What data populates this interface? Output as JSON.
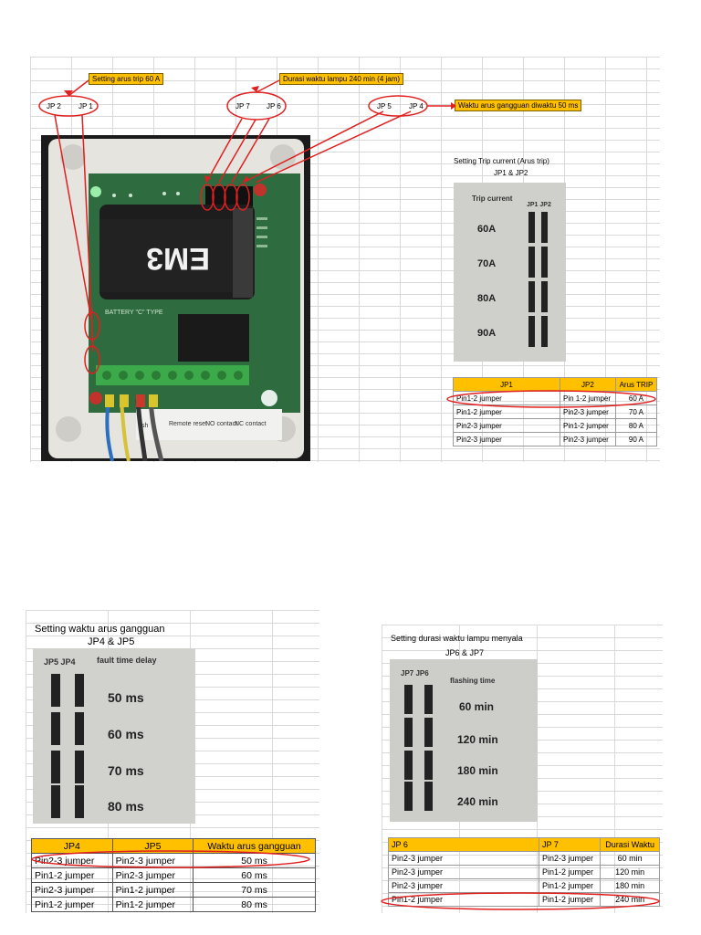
{
  "top": {
    "note_trip": "Setting arus trip 60 A",
    "note_lamp": "Durasi waktu lampu 240 min (4 jam)",
    "note_fault": "Waktu arus gangguan  diwaktu 50 ms",
    "jp_labels": [
      "JP 2",
      "JP 1",
      "JP 7",
      "JP 6",
      "JP 5",
      "JP 4"
    ],
    "trip_title": "Setting Trip current (Arus trip)",
    "trip_subtitle": "JP1 & JP2",
    "trip_photo": {
      "header": [
        "Trip current",
        "JP1 JP2"
      ],
      "rows": [
        "60A",
        "70A",
        "80A",
        "90A"
      ]
    },
    "board_text": [
      "EM3",
      "BATTERY \"C\" TYPE",
      "Remote reset",
      "NO contact",
      "NC contact",
      "sh"
    ],
    "trip_table": {
      "headers": [
        "JP1",
        "JP2",
        "Arus TRIP"
      ],
      "rows": [
        [
          "Pin1-2 jumper",
          "Pin 1-2 jumper",
          "60 A"
        ],
        [
          "Pin1-2 jumper",
          "Pin2-3 jumper",
          "70 A"
        ],
        [
          "Pin2-3 jumper",
          "Pin1-2 jumper",
          "80 A"
        ],
        [
          "Pin2-3 jumper",
          "Pin2-3 jumper",
          "90 A"
        ]
      ]
    }
  },
  "fault": {
    "title": "Setting waktu arus gangguan",
    "subtitle": "JP4 & JP5",
    "photo": {
      "header": [
        "JP5 JP4",
        "fault time delay"
      ],
      "rows": [
        "50 ms",
        "60 ms",
        "70 ms",
        "80 ms"
      ]
    },
    "table": {
      "headers": [
        "JP4",
        "JP5",
        "Waktu arus gangguan"
      ],
      "rows": [
        [
          "Pin2-3 jumper",
          "Pin2-3 jumper",
          "50 ms"
        ],
        [
          "Pin1-2 jumper",
          "Pin2-3 jumper",
          "60 ms"
        ],
        [
          "Pin2-3 jumper",
          "Pin1-2 jumper",
          "70 ms"
        ],
        [
          "Pin1-2 jumper",
          "Pin1-2 jumper",
          "80 ms"
        ]
      ]
    }
  },
  "lamp": {
    "title": "Setting durasi waktu lampu menyala",
    "subtitle": "JP6 & JP7",
    "photo": {
      "header": [
        "JP7 JP6",
        "flashing time"
      ],
      "rows": [
        "60 min",
        "120 min",
        "180 min",
        "240 min"
      ]
    },
    "table": {
      "headers": [
        "JP 6",
        "JP 7",
        "Durasi Waktu"
      ],
      "rows": [
        [
          "Pin2-3 jumper",
          "Pin2-3 jumper",
          "60 min"
        ],
        [
          "Pin2-3 jumper",
          "Pin1-2 jumper",
          "120 min"
        ],
        [
          "Pin2-3 jumper",
          "Pin1-2 jumper",
          "180 min"
        ],
        [
          "Pin1-2 jumper",
          "Pin1-2 jumper",
          "240 min"
        ]
      ]
    }
  },
  "colors": {
    "highlight": "#ffc000",
    "annotation": "#e02020",
    "board": "#2e6b3f"
  }
}
